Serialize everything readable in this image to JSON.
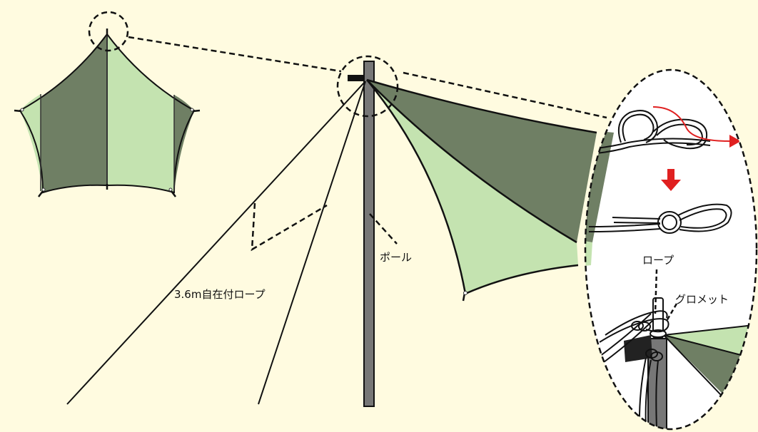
{
  "labels": {
    "rope_label": "3.6m自在付ロープ",
    "pole_label": "ポール",
    "rope_detail_label": "ロープ",
    "grommet_label": "グロメット"
  },
  "colors": {
    "background": "#fffbe0",
    "tarp_dark": "#6f7f64",
    "tarp_light": "#c4e3b0",
    "pole": "#777777",
    "arrow": "#e02020",
    "line": "#111111"
  }
}
